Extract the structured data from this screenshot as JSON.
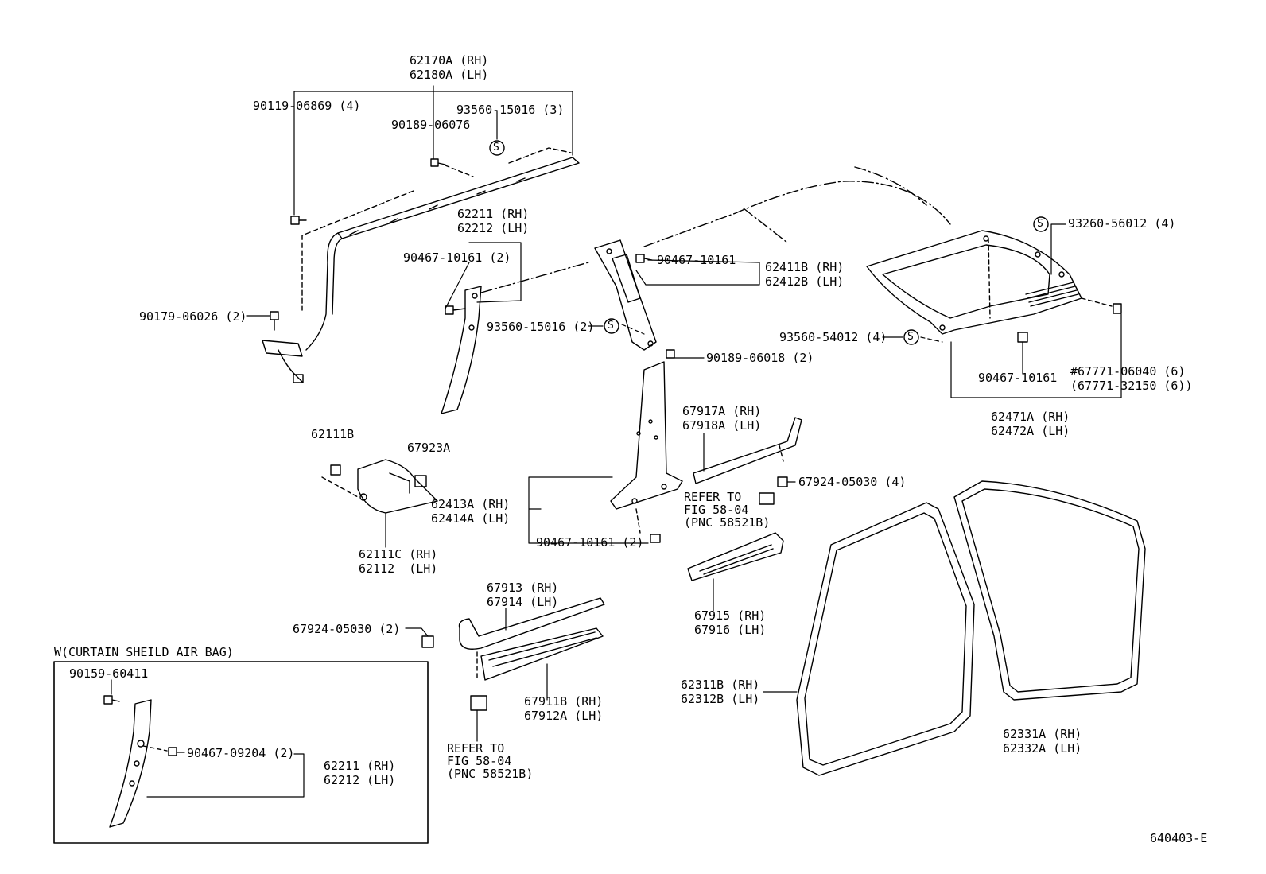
{
  "diagram_id": "640403-E",
  "inset_title": "W(CURTAIN SHEILD AIR BAG)",
  "labels": [
    {
      "id": "62170A",
      "lines": [
        "62170A (RH)",
        "62180A (LH)"
      ]
    },
    {
      "id": "90119",
      "lines": [
        "90119-06869 (4)"
      ]
    },
    {
      "id": "93560a",
      "lines": [
        "93560-15016 (3)"
      ]
    },
    {
      "id": "90189a",
      "lines": [
        "90189-06076"
      ]
    },
    {
      "id": "62211",
      "lines": [
        "62211 (RH)",
        "62212 (LH)"
      ]
    },
    {
      "id": "90467a",
      "lines": [
        "90467-10161 (2)"
      ]
    },
    {
      "id": "90179",
      "lines": [
        "90179-06026 (2)"
      ]
    },
    {
      "id": "93560b",
      "lines": [
        "93560-15016 (2)"
      ]
    },
    {
      "id": "90467b",
      "lines": [
        "90467-10161"
      ]
    },
    {
      "id": "62411B",
      "lines": [
        "62411B (RH)",
        "62412B (LH)"
      ]
    },
    {
      "id": "90189b",
      "lines": [
        "90189-06018 (2)"
      ]
    },
    {
      "id": "93260",
      "lines": [
        "93260-56012 (4)"
      ]
    },
    {
      "id": "93560c",
      "lines": [
        "93560-54012 (4)"
      ]
    },
    {
      "id": "90467c",
      "lines": [
        "90467-10161"
      ]
    },
    {
      "id": "67771",
      "lines": [
        "#67771-06040 (6)",
        "(67771-32150 (6))"
      ]
    },
    {
      "id": "62471A",
      "lines": [
        "62471A (RH)",
        "62472A (LH)"
      ]
    },
    {
      "id": "67917A",
      "lines": [
        "67917A (RH)",
        "67918A (LH)"
      ]
    },
    {
      "id": "62111B",
      "lines": [
        "62111B"
      ]
    },
    {
      "id": "67923A",
      "lines": [
        "67923A"
      ]
    },
    {
      "id": "62413A",
      "lines": [
        "62413A (RH)",
        "62414A (LH)"
      ]
    },
    {
      "id": "62111C",
      "lines": [
        "62111C (RH)",
        "62112  (LH)"
      ]
    },
    {
      "id": "67924a",
      "lines": [
        "67924-05030 (4)"
      ]
    },
    {
      "id": "refer1",
      "lines": [
        "REFER TO",
        "FIG 58-04",
        "(PNC 58521B)"
      ]
    },
    {
      "id": "90467d",
      "lines": [
        "90467-10161 (2)"
      ]
    },
    {
      "id": "67913",
      "lines": [
        "67913 (RH)",
        "67914 (LH)"
      ]
    },
    {
      "id": "67924b",
      "lines": [
        "67924-05030 (2)"
      ]
    },
    {
      "id": "67915",
      "lines": [
        "67915 (RH)",
        "67916 (LH)"
      ]
    },
    {
      "id": "62311B",
      "lines": [
        "62311B (RH)",
        "62312B (LH)"
      ]
    },
    {
      "id": "67911B",
      "lines": [
        "67911B (RH)",
        "67912A (LH)"
      ]
    },
    {
      "id": "refer2",
      "lines": [
        "REFER TO",
        "FIG 58-04",
        "(PNC 58521B)"
      ]
    },
    {
      "id": "62331A",
      "lines": [
        "62331A (RH)",
        "62332A (LH)"
      ]
    },
    {
      "id": "90159",
      "lines": [
        "90159-60411"
      ]
    },
    {
      "id": "90467e",
      "lines": [
        "90467-09204 (2)"
      ]
    },
    {
      "id": "62211b",
      "lines": [
        "62211 (RH)",
        "62212 (LH)"
      ]
    }
  ]
}
